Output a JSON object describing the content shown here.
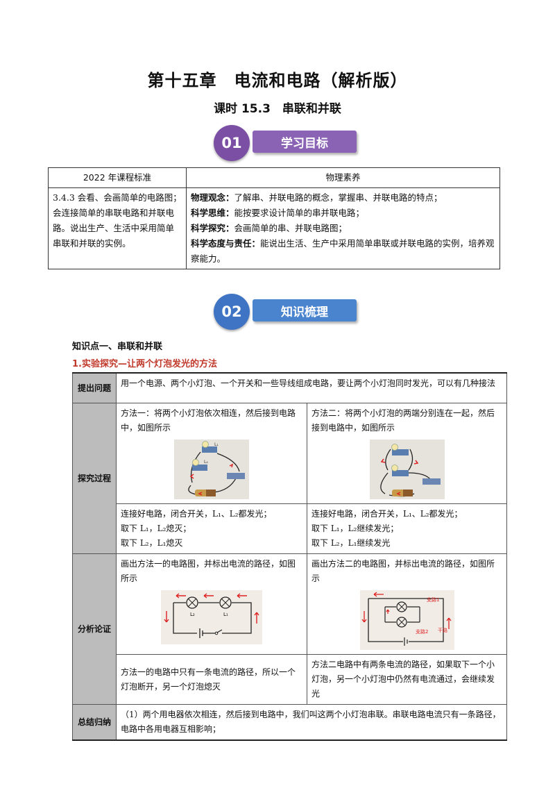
{
  "header": {
    "title": "第十五章　电流和电路（解析版）",
    "subtitle": "课时 15.3　串联和并联"
  },
  "banners": [
    {
      "num": "01",
      "label": "学习目标",
      "circle_color": "#7b4fa3",
      "bar_color": "#8a63b5"
    },
    {
      "num": "02",
      "label": "知识梳理",
      "circle_color": "#3f74c4",
      "bar_color": "#4a84cf"
    }
  ],
  "goals_table": {
    "headers": [
      "2022 年课程标准",
      "物理素养"
    ],
    "standard": "3.4.3 会看、会画简单的电路图；会连接简单的串联电路和并联电路。说出生产、生活中采用简单串联和并联的实例。",
    "literacy": [
      {
        "label": "物理观念：",
        "text": "了解串、并联电路的概念，掌握串、并联电路的特点；"
      },
      {
        "label": "科学思维：",
        "text": "能按要求设计简单的串并联电路；"
      },
      {
        "label": "科学探究：",
        "text": "会画简单的串、并联电路图；"
      },
      {
        "label": "科学态度与责任：",
        "text": "能说出生活、生产中采用简单串联或并联电路的实例，培养观察能力。"
      }
    ]
  },
  "knowledge": {
    "section": "知识点一、串联和并联",
    "subsection": "1.实验探究—让两个灯泡发光的方法"
  },
  "experiment": {
    "labels": [
      "提出问题",
      "探究过程",
      "分析论证",
      "总结归纳"
    ],
    "question": "用一个电源、两个小灯泡、一个开关和一些导线组成电路，要让两个小灯泡同时发光，可以有几种接法",
    "method1": "方法一：将两个小灯泡依次相连，然后接到电路中，如图所示",
    "method2": "方法二：将两个小灯泡的两端分别连在一起，然后接到电路中，如图所示",
    "obs1": [
      "连接好电路，闭合开关，L₁、L₂都发光；",
      "取下 L₁，L₂熄灭；",
      "取下 L₂，L₁熄灭"
    ],
    "obs2": [
      "连接好电路，闭合开关，L₁、L₂都发光；",
      "取下 L₁，L₂继续发光；",
      "取下 L₂，L₁继续发光"
    ],
    "draw1": "画出方法一的电路图，并标出电流的路径，如图所示",
    "draw2": "画出方法二的电路图，并标出电流的路径，如图所示",
    "concl1": "方法一的电路中只有一条电流的路径，所以一个灯泡断开，另一个灯泡熄灭",
    "concl2": "方法二电路中有两条电流的路径，如果取下一个小灯泡，另一个小灯泡中仍然有电流通过，会继续发光",
    "summary": "（1）两个用电器依次相连，然后接到电路中，我们叫这两个小灯泡串联。串联电路电流只有一条路径，电路中各用电器互相影响；",
    "diagram_labels": {
      "l1": "L₁",
      "l2": "L₂",
      "branch1": "支路1",
      "branch2": "支路2",
      "trunk": "干路"
    }
  }
}
